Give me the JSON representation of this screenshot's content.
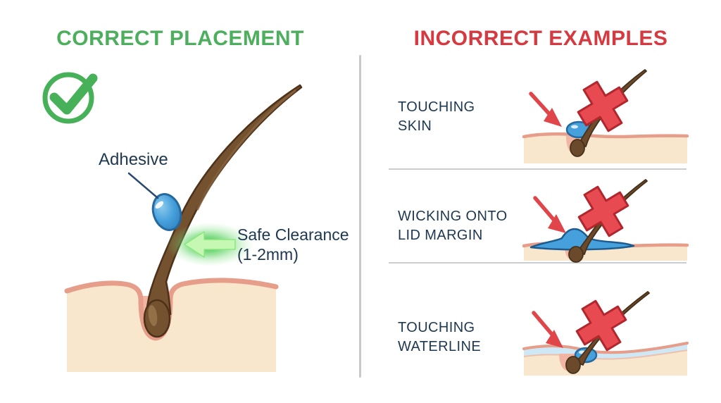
{
  "left": {
    "title": "CORRECT PLACEMENT",
    "adhesive_label": "Adhesive",
    "clearance_line1": "Safe Clearance",
    "clearance_line2": "(1-2mm)"
  },
  "right": {
    "title": "INCORRECT EXAMPLES",
    "items": [
      {
        "line1": "TOUCHING",
        "line2": "SKIN"
      },
      {
        "line1": "WICKING ONTO",
        "line2": "LID MARGIN"
      },
      {
        "line1": "TOUCHING",
        "line2": "WATERLINE"
      }
    ]
  },
  "icons": {
    "checkmark": "green-check-circle",
    "x_mark": "red-x-cross",
    "red_arrow": "red-pointer-arrow",
    "green_arrow": "green-clearance-arrow",
    "adhesive_drop": "blue-adhesive-droplet"
  },
  "colors": {
    "correct_green": "#4daf5e",
    "incorrect_red": "#d63a41",
    "label_navy": "#1d3850",
    "adhesive_blue": "#45a0db",
    "skin_cream": "#f8e6cd",
    "skin_line_salmon": "#e69d89",
    "hair_brown": "#74522f",
    "glow_green": "#46c24f",
    "waterline_blue": "#cfe8f5",
    "divider_gray": "#c7c9cb"
  }
}
